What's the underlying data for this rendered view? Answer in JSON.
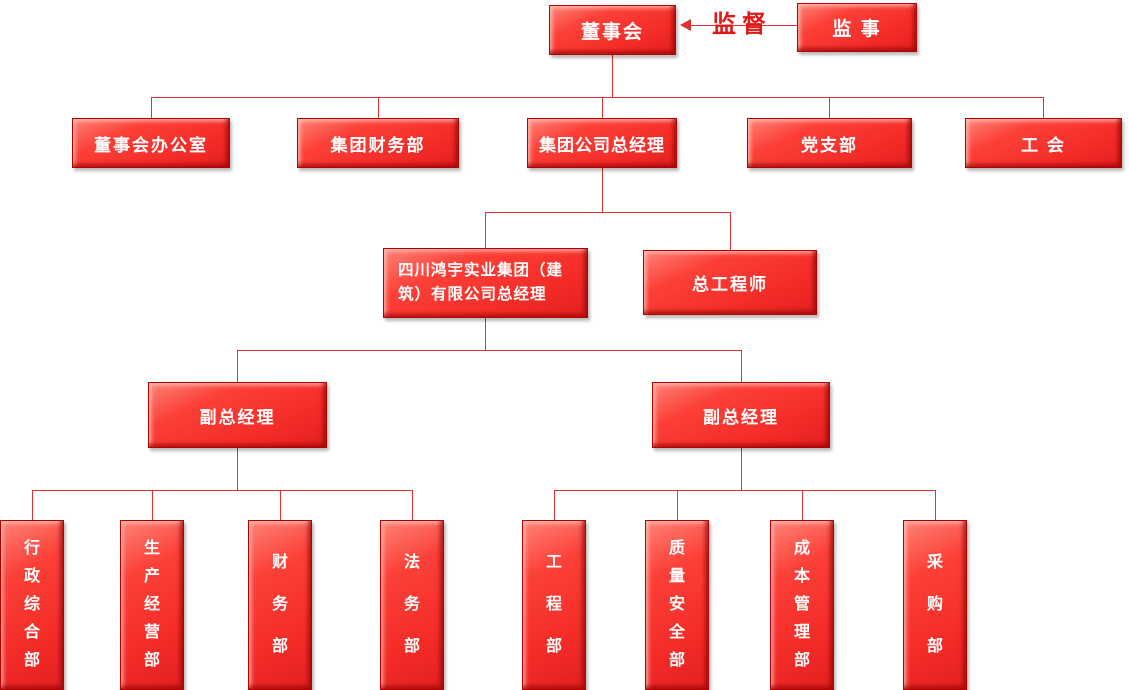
{
  "org_chart": {
    "board": "董事会",
    "supervisor": "监 事",
    "supervision_label": "监督",
    "level2": [
      "董事会办公室",
      "集团财务部",
      "集团公司总经理",
      "党支部",
      "工 会"
    ],
    "group_gm": "四川鸿宇实业集团（建筑）有限公司总经理",
    "chief_engineer": "总工程师",
    "deputy_gm_left": "副总经理",
    "deputy_gm_right": "副总经理",
    "left_departments": [
      "行政综合部",
      "生产经营部",
      "财务部",
      "法务部"
    ],
    "right_departments": [
      "工程部",
      "质量安全部",
      "成本管理部",
      "采购部"
    ]
  },
  "colors": {
    "box_red": "#f93030",
    "line_red": "#e03030",
    "text": "#ffffff"
  }
}
